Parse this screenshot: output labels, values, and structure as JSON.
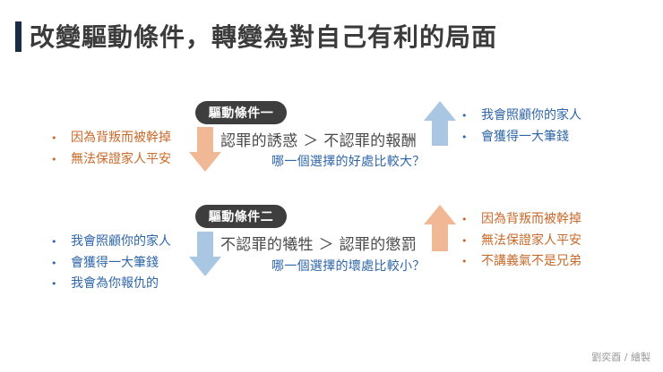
{
  "title": "改變驅動條件，轉變為對自己有利的局面",
  "accent_color": "#1a2b45",
  "colors": {
    "orange_text": "#c8692a",
    "blue_text": "#2f66a8",
    "orange_arrow": "#f0b894",
    "blue_arrow": "#a9c6e3",
    "pill_bg": "#3e3e3e"
  },
  "condition1": {
    "label": "驅動條件一",
    "left_bullets": [
      "因為背叛而被幹掉",
      "無法保證家人平安"
    ],
    "left_arrow": {
      "direction": "down",
      "color": "orange"
    },
    "comparison": "認罪的誘惑 ＞ 不認罪的報酬",
    "question": "哪一個選擇的好處比較大？",
    "right_arrow": {
      "direction": "up",
      "color": "blue"
    },
    "right_bullets": [
      "我會照顧你的家人",
      "會獲得一大筆錢"
    ]
  },
  "condition2": {
    "label": "驅動條件二",
    "left_bullets": [
      "我會照顧你的家人",
      "會獲得一大筆錢",
      "我會為你報仇的"
    ],
    "left_arrow": {
      "direction": "down",
      "color": "blue"
    },
    "comparison": "不認罪的犧牲 ＞ 認罪的懲罰",
    "question": "哪一個選擇的壞處比較小？",
    "right_arrow": {
      "direction": "up",
      "color": "orange"
    },
    "right_bullets": [
      "因為背叛而被幹掉",
      "無法保證家人平安",
      "不講義氣不是兄弟"
    ]
  },
  "bullet_glyph": "•",
  "credit": "劉奕酉 / 繪製"
}
